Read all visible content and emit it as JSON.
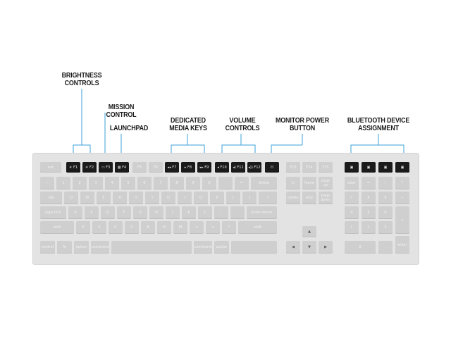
{
  "labels": {
    "brightness": "BRIGHTNESS\nCONTROLS",
    "mission": "MISSION CONTROL",
    "launchpad": "LAUNCHPAD",
    "media": "DEDICATED\nMEDIA KEYS",
    "volume": "VOLUME\nCONTROLS",
    "monitor": "MONITOR POWER\nBUTTON",
    "bluetooth": "BLUETOOTH DEVICE\nASSIGNMENT"
  },
  "keys": {
    "esc": "esc",
    "f1": "☀ F1",
    "f2": "☀ F2",
    "f3": "▭ F3",
    "f4": "▦ F4",
    "f5": "F5",
    "f6": "F6",
    "f7": "◂◂ F7",
    "f8": "▸ F8",
    "f9": "▸▸ F9",
    "f10": "◂ F10",
    "f11": "◂) F11",
    "f12": "◂)) F12",
    "power": "⏻",
    "f13": "F13",
    "f14": "F14",
    "f15": "F15",
    "bt1": "▣",
    "bt2": "▣",
    "bt3": "▣",
    "bt4": "▣",
    "row1": [
      "~",
      "1",
      "2",
      "3",
      "4",
      "5",
      "6",
      "7",
      "8",
      "9",
      "0",
      "-",
      "="
    ],
    "delete": "delete",
    "row2": [
      "Q",
      "W",
      "E",
      "R",
      "T",
      "Y",
      "U",
      "I",
      "O",
      "P",
      "[",
      "]",
      "\\"
    ],
    "tab": "tab",
    "row3": [
      "A",
      "S",
      "D",
      "F",
      "G",
      "H",
      "J",
      "K",
      "L",
      ";",
      "'"
    ],
    "caps": "caps lock",
    "enter": "enter return",
    "row4": [
      "Z",
      "X",
      "C",
      "V",
      "B",
      "N",
      "M",
      "<",
      ">",
      "?"
    ],
    "lshift": "shift",
    "rshift": "shift",
    "control": "control",
    "fn": "fn",
    "option": "option",
    "lcommand": "command",
    "rcommand": "command",
    "roption": "option",
    "nav1": [
      "fn",
      "home",
      "page up"
    ],
    "nav2": [
      "delete",
      "end",
      "page down"
    ],
    "clear": "clear",
    "pad_top": [
      "=",
      "/",
      "*"
    ],
    "pad_r1": [
      "7",
      "8",
      "9"
    ],
    "pad_r2": [
      "4",
      "5",
      "6"
    ],
    "pad_r3": [
      "1",
      "2",
      "3"
    ],
    "pad_zero": "0",
    "pad_dot": ".",
    "pad_minus": "−",
    "pad_plus": "+",
    "pad_enter": "enter"
  },
  "colors": {
    "callout": "#3aa0d8",
    "dark_key": "#1b1b1b",
    "light_key": "#cfcfcf",
    "board": "#e3e3e3"
  }
}
